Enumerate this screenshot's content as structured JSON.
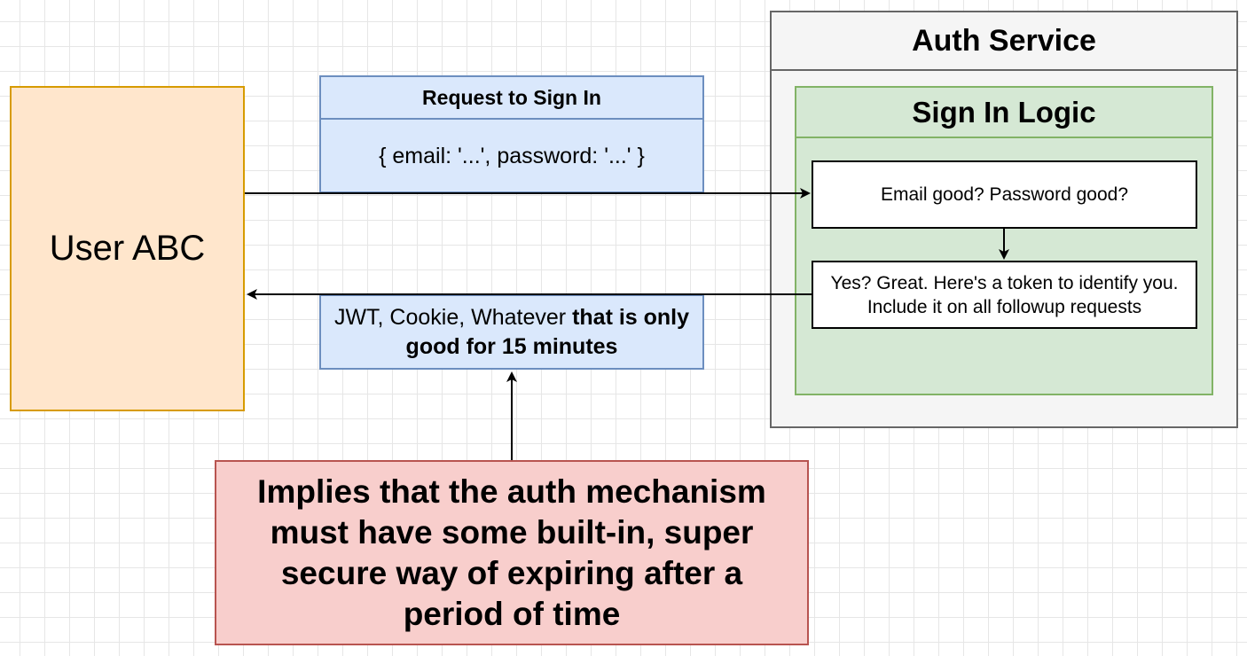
{
  "user": {
    "label": "User ABC"
  },
  "request": {
    "title": "Request to Sign In",
    "payload": "{ email: '...', password: '...' }"
  },
  "token": {
    "text_normal": "JWT, Cookie, Whatever ",
    "text_bold": "that is only good for 15 minutes"
  },
  "auth_service": {
    "title": "Auth Service",
    "sign_in_logic": {
      "title": "Sign In Logic",
      "steps": [
        "Email good? Password good?",
        "Yes? Great. Here's a token to identify you. Include it on all followup requests"
      ]
    }
  },
  "note": {
    "text": "Implies that the auth mechanism must have some built-in, super secure way of expiring after a period of time"
  },
  "colors": {
    "user_fill": "#ffe6cc",
    "user_stroke": "#d79b00",
    "info_fill": "#dae8fc",
    "info_stroke": "#6c8ebf",
    "service_fill": "#f5f5f5",
    "service_stroke": "#666666",
    "logic_fill": "#d5e8d4",
    "logic_stroke": "#82b366",
    "note_fill": "#f8cecc",
    "note_stroke": "#b85450"
  }
}
